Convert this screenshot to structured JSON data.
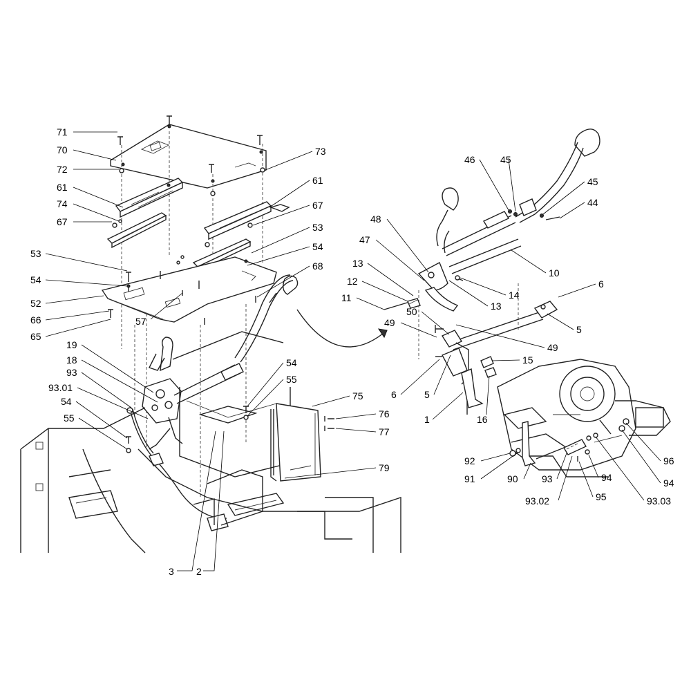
{
  "labels": {
    "p71": "71",
    "p70": "70",
    "p72": "72",
    "p61a": "61",
    "p74": "74",
    "p67a": "67",
    "p73": "73",
    "p61b": "61",
    "p67b": "67",
    "p53a": "53",
    "p53b": "53",
    "p54a": "54",
    "p54b": "54",
    "p68": "68",
    "p52": "52",
    "p66": "66",
    "p65": "65",
    "p57": "57",
    "p19": "19",
    "p18": "18",
    "p93a": "93",
    "p9301": "93.01",
    "p54c": "54",
    "p55a": "55",
    "p54d": "54",
    "p55b": "55",
    "p75": "75",
    "p76": "76",
    "p77": "77",
    "p79": "79",
    "p3": "3",
    "p2": "2",
    "p46": "46",
    "p45a": "45",
    "p45b": "45",
    "p44": "44",
    "p48": "48",
    "p47": "47",
    "p13a": "13",
    "p12": "12",
    "p11": "11",
    "p10": "10",
    "p14": "14",
    "p13b": "13",
    "p6a": "6",
    "p49a": "49",
    "p50": "50",
    "p49b": "49",
    "p5a": "5",
    "p15": "15",
    "p6b": "6",
    "p5b": "5",
    "p1": "1",
    "p16": "16",
    "p92": "92",
    "p91": "91",
    "p90": "90",
    "p93b": "93",
    "p94a": "94",
    "p96": "96",
    "p94b": "94",
    "p9302": "93.02",
    "p95": "95",
    "p9303": "93.03"
  }
}
